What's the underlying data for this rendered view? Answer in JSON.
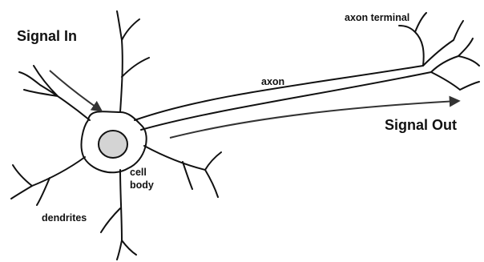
{
  "labels": {
    "signal_in": "Signal In",
    "signal_out": "Signal Out",
    "axon_terminal": "axon terminal",
    "axon": "axon",
    "cell_body_line1": "cell",
    "cell_body_line2": "body",
    "dendrites": "dendrites"
  },
  "colors": {
    "outline": "#111111",
    "nucleus_fill": "#d4d4d4",
    "background": "#ffffff"
  }
}
